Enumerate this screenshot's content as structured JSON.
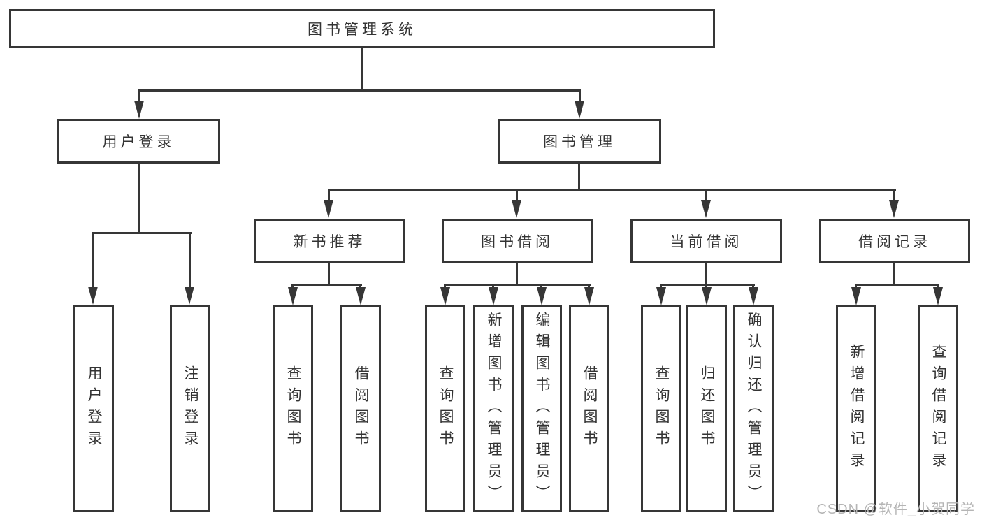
{
  "diagram": {
    "type": "hierarchy-tree",
    "orientation": "top-down"
  },
  "colors": {
    "line": "#363636",
    "box_border": "#363636",
    "box_fill": "#ffffff",
    "text": "#333333",
    "watermark": "#b5b5b5",
    "background": "#ffffff"
  },
  "tree": {
    "root": {
      "label": "图书管理系统"
    },
    "branches": [
      {
        "label": "用户登录",
        "children": [
          {
            "label": "用户登录"
          },
          {
            "label": "注销登录"
          }
        ]
      },
      {
        "label": "图书管理",
        "children": [
          {
            "label": "新书推荐",
            "children": [
              {
                "label": "查询图书"
              },
              {
                "label": "借阅图书"
              }
            ]
          },
          {
            "label": "图书借阅",
            "children": [
              {
                "label": "查询图书"
              },
              {
                "label": "新增图书（管理员）"
              },
              {
                "label": "编辑图书（管理员）"
              },
              {
                "label": "借阅图书"
              }
            ]
          },
          {
            "label": "当前借阅",
            "children": [
              {
                "label": "查询图书"
              },
              {
                "label": "归还图书"
              },
              {
                "label": "确认归还（管理员）"
              }
            ]
          },
          {
            "label": "借阅记录",
            "children": [
              {
                "label": "新增借阅记录"
              },
              {
                "label": "查询借阅记录"
              }
            ]
          }
        ]
      }
    ]
  },
  "watermark": {
    "text": "CSDN @软件_小贺同学"
  }
}
